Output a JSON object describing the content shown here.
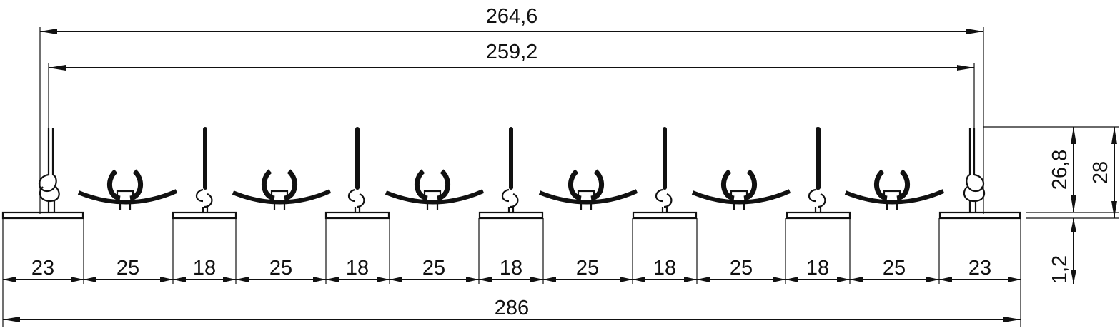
{
  "dimensions": {
    "overall_top_outer": "264,6",
    "overall_top_inner": "259,2",
    "overall_bottom": "286",
    "height_inner": "26,8",
    "height_outer": "28",
    "base_thickness": "1,2",
    "segments": [
      "23",
      "25",
      "18",
      "25",
      "18",
      "25",
      "18",
      "25",
      "18",
      "25",
      "18",
      "25",
      "23"
    ]
  }
}
